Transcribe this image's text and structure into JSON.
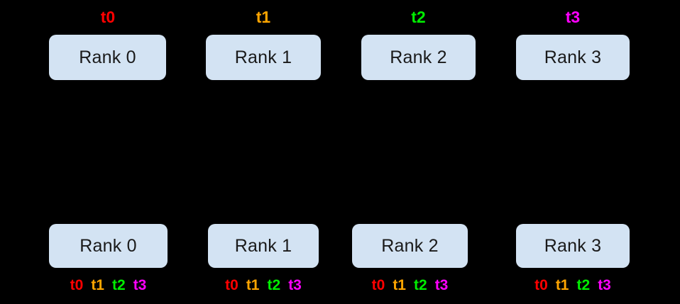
{
  "figure": {
    "background_color": "#000000",
    "box_fill_color": "#d3e3f3",
    "box_text_color": "#1a1a1a"
  },
  "palette": {
    "t0": "#ff0000",
    "t1": "#ffa500",
    "t2": "#00ee00",
    "t3": "#ff00ff"
  },
  "top_row": {
    "nodes": [
      {
        "label": "Rank 0",
        "tag": "t0",
        "tag_color": "#ff0000"
      },
      {
        "label": "Rank 1",
        "tag": "t1",
        "tag_color": "#ffa500"
      },
      {
        "label": "Rank 2",
        "tag": "t2",
        "tag_color": "#00ee00"
      },
      {
        "label": "Rank 3",
        "tag": "t3",
        "tag_color": "#ff00ff"
      }
    ]
  },
  "bottom_row": {
    "nodes": [
      {
        "label": "Rank 0",
        "tags": [
          {
            "text": "t0",
            "color": "#ff0000"
          },
          {
            "text": "t1",
            "color": "#ffa500"
          },
          {
            "text": "t2",
            "color": "#00ee00"
          },
          {
            "text": "t3",
            "color": "#ff00ff"
          }
        ]
      },
      {
        "label": "Rank 1",
        "tags": [
          {
            "text": "t0",
            "color": "#ff0000"
          },
          {
            "text": "t1",
            "color": "#ffa500"
          },
          {
            "text": "t2",
            "color": "#00ee00"
          },
          {
            "text": "t3",
            "color": "#ff00ff"
          }
        ]
      },
      {
        "label": "Rank 2",
        "tags": [
          {
            "text": "t0",
            "color": "#ff0000"
          },
          {
            "text": "t1",
            "color": "#ffa500"
          },
          {
            "text": "t2",
            "color": "#00ee00"
          },
          {
            "text": "t3",
            "color": "#ff00ff"
          }
        ]
      },
      {
        "label": "Rank 3",
        "tags": [
          {
            "text": "t0",
            "color": "#ff0000"
          },
          {
            "text": "t1",
            "color": "#ffa500"
          },
          {
            "text": "t2",
            "color": "#00ee00"
          },
          {
            "text": "t3",
            "color": "#ff00ff"
          }
        ]
      }
    ]
  }
}
